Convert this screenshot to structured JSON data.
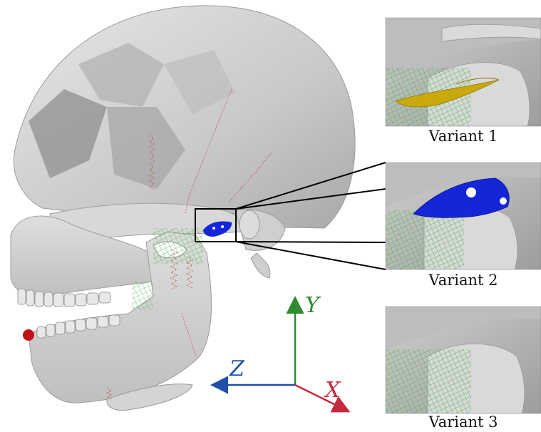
{
  "panels": [
    {
      "caption": "Variant 1"
    },
    {
      "caption": "Variant 2"
    },
    {
      "caption": "Variant 3"
    }
  ],
  "axes": {
    "x_label": "X",
    "y_label": "Y",
    "z_label": "Z"
  },
  "colors": {
    "x_axis": "#c8283c",
    "y_axis": "#2e8b2e",
    "z_axis": "#1f4fa8",
    "bone": "#d4d4d4",
    "disc_variant1": "#c9a90c",
    "disc_variant2": "#1525d8",
    "muscle_springs": "#c05050",
    "ligament_mesh": "#44aa44",
    "landmark": "#c0101a"
  }
}
